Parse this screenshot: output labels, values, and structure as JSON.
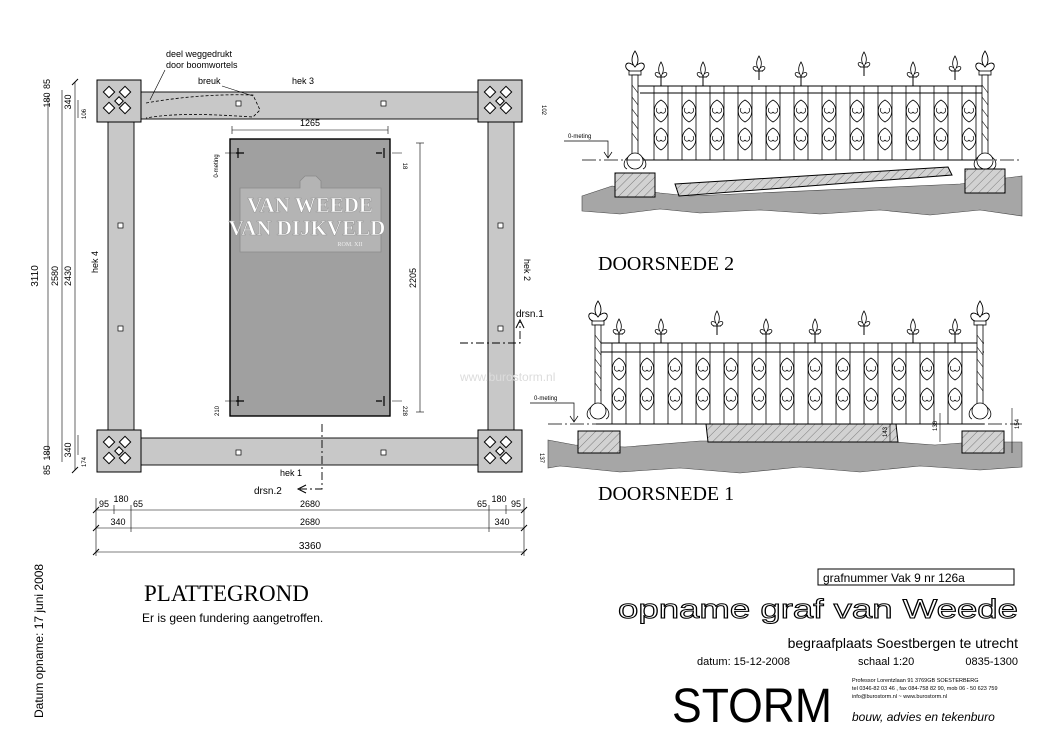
{
  "plan": {
    "title": "PLATTEGROND",
    "subtitle": "Er is geen fundering aangetroffen.",
    "note_line1": "deel weggedrukt",
    "note_line2": "door boomwortels",
    "breuk": "breuk",
    "hek1": "hek 1",
    "hek2": "hek 2",
    "hek3": "hek 3",
    "hek4": "hek 4",
    "drsn1": "drsn.1",
    "drsn2": "drsn.2",
    "zero_meting": "0-meting",
    "dims": {
      "d3110": "3110",
      "d2580": "2580",
      "d2430": "2430",
      "d180a": "180",
      "d85a": "85",
      "d340a": "340",
      "d340b": "340",
      "d85b": "85",
      "d180b": "180",
      "d1265": "1265",
      "d2205": "2205",
      "d106": "106",
      "d102": "102",
      "d174": "174",
      "d137": "137",
      "d18": "18",
      "d210": "210",
      "d228": "228",
      "b95a": "95",
      "b180a": "180",
      "b65a": "65",
      "b2680a": "2680",
      "b65b": "65",
      "b180b": "180",
      "b95b": "95",
      "b340a": "340",
      "b2680b": "2680",
      "b340b": "340",
      "b3360": "3360"
    }
  },
  "stone": {
    "line1": "VAN WEEDE",
    "line2": "VAN DIJKVELD",
    "line3": "ROM. XII"
  },
  "sections": {
    "s2_title": "DOORSNEDE 2",
    "s1_title": "DOORSNEDE 1",
    "zero_meting": "0-meting",
    "d143": "143",
    "d136": "136",
    "d154": "154"
  },
  "watermark": "www.burostorm.nl",
  "date_vertical": "Datum  opname:  17  juni  2008",
  "titleblock": {
    "grafnummer": "grafnummer  Vak  9  nr  126a",
    "main_title": "opname graf van Weede",
    "location": "begraafplaats  Soestbergen  te  utrecht",
    "datum": "datum:  15-12-2008",
    "schaal": "schaal  1:20",
    "code": "0835-1300",
    "logo": "STORM",
    "address1": "Professor Lorentzlaan 91  3769GB SOESTERBERG",
    "address2": "tel 0346-82 03 46 ,  fax  084-758 82 90, mob 06 - 50 623 759",
    "address3": "info@burostorm.nl    ~    www.burostorm.nl",
    "tagline": "bouw, advies en tekenburo"
  },
  "colors": {
    "frame_fill": "#c8c8c8",
    "stone_fill": "#a0a0a0",
    "ground_fill": "#a6a6a6"
  }
}
